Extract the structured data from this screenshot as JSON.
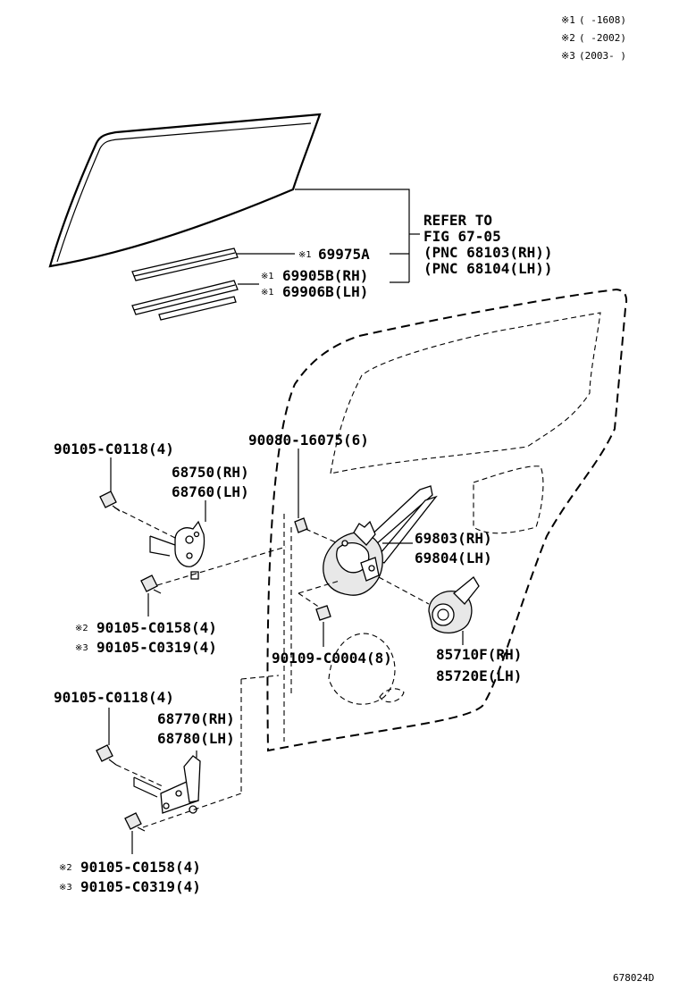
{
  "notes": [
    {
      "mark": "※1",
      "range": "(      -1608)"
    },
    {
      "mark": "※2",
      "range": "(      -2002)"
    },
    {
      "mark": "※3",
      "range": "(2003-      )"
    }
  ],
  "refer": {
    "line1": "REFER TO",
    "line2": "FIG 67-05",
    "line3": "(PNC 68103(RH))",
    "line4": "(PNC 68104(LH))"
  },
  "parts": {
    "weatherstrip_outer": {
      "mark": "※1",
      "number": "69975A"
    },
    "weatherstrip_inner_rh": {
      "mark": "※1",
      "number": "69905B(RH)"
    },
    "weatherstrip_inner_lh": {
      "mark": "※1",
      "number": "69906B(LH)"
    },
    "bolt_upper_hinge": "90105-C0118(4)",
    "upper_hinge_rh": "68750(RH)",
    "upper_hinge_lh": "68760(LH)",
    "bolt_door_upper": "90080-16075(6)",
    "regulator_rh": "69803(RH)",
    "regulator_lh": "69804(LH)",
    "bolt_upper_hinge_body_2": {
      "mark": "※2",
      "number": "90105-C0158(4)"
    },
    "bolt_upper_hinge_body_3": {
      "mark": "※3",
      "number": "90105-C0319(4)"
    },
    "bolt_regulator": "90109-C0004(8)",
    "motor_rh": "85710F(RH)",
    "motor_lh": "85720E(LH)",
    "bolt_lower_hinge": "90105-C0118(4)",
    "lower_hinge_rh": "68770(RH)",
    "lower_hinge_lh": "68780(LH)",
    "bolt_lower_hinge_body_2": {
      "mark": "※2",
      "number": "90105-C0158(4)"
    },
    "bolt_lower_hinge_body_3": {
      "mark": "※3",
      "number": "90105-C0319(4)"
    }
  },
  "figure_id": "678024D"
}
